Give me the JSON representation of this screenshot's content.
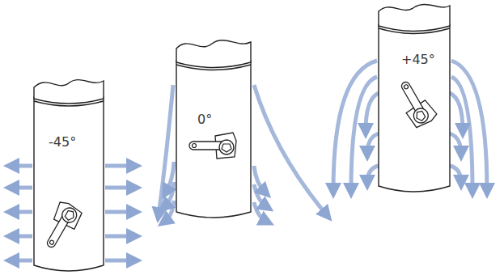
{
  "diagram": {
    "labels": [
      "-45°",
      "0°",
      "+45°"
    ]
  }
}
